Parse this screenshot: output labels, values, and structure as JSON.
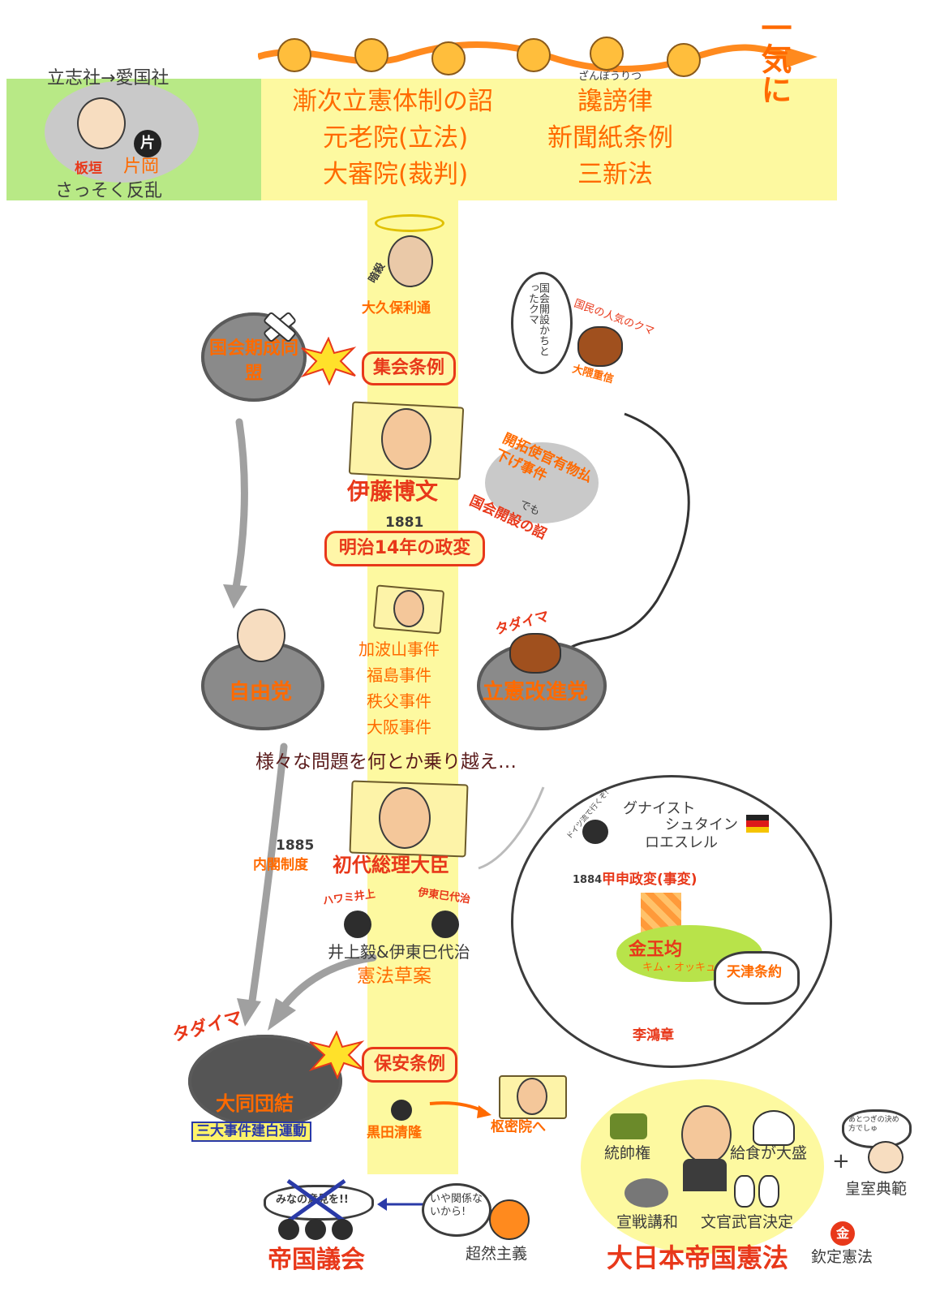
{
  "header": {
    "ikki": "一気に",
    "left_top": "立志社→愛国社",
    "itagaki": "板垣",
    "kataoka": "片岡",
    "kata_mark": "片",
    "rebellion": "さっそく反乱",
    "col1": [
      "漸次立憲体制の詔",
      "元老院(立法)",
      "大審院(裁判)"
    ],
    "col2_ruby": "ざんぼうりつ",
    "col2": [
      "讒謗律",
      "新聞紙条例",
      "三新法"
    ]
  },
  "okubo": {
    "name": "大久保利通",
    "side": "暗殺"
  },
  "kokkai_kisei": "国会期成同盟",
  "shukai_jorei": "集会条例",
  "okuma": {
    "name": "大隈重信",
    "tag": "国民の人気のクマ",
    "speech": "国会開設かちとったクマ"
  },
  "kaitakushi": "開拓使官有物払下げ事件",
  "demo": "でも",
  "kokkai_kaisetsu": "国会開設の詔",
  "ito_name": "伊藤博文",
  "year_1881": "1881",
  "meiji14": "明治14年の政変",
  "jiyuto": "自由党",
  "rikken": "立憲改進党",
  "tadaima": "タダイマ",
  "incidents": [
    "加波山事件",
    "福島事件",
    "秩父事件",
    "大阪事件"
  ],
  "overcome": "様々な問題を何とか乗り越え…",
  "year_1885": "1885",
  "naikaku": "内閣制度",
  "first_pm": "初代総理大臣",
  "german": {
    "names": [
      "グナイスト",
      "シュタイン",
      "ロエスレル"
    ],
    "note": "ドイツ流で行くぞ!"
  },
  "kapsin": {
    "year": "1884",
    "event": "甲申政変(事変)"
  },
  "kim": "金玉均",
  "kim_ruby": "キム・オッキュン",
  "tianjin": "天津条約",
  "li": "李鴻章",
  "inoue_tag": "ハワミ井上",
  "ito_tag": "伊東巳代治",
  "drafters": "井上毅&伊東巳代治",
  "draft": "憲法草案",
  "daido": "大同団結",
  "sandai": "三大事件建白運動",
  "hoan": "保安条例",
  "kuroda": "黒田清隆",
  "suumitsu": "枢密院へ",
  "chozen": "超然主義",
  "iya": "いや関係ないから!",
  "minna": "みなの意見を!!",
  "teikoku_gikai": "帝国議会",
  "constitution": {
    "title": "大日本帝国憲法",
    "tousui": "統帥権",
    "kyushoku": "給食が大盛",
    "sensen": "宣戦講和",
    "bunkan": "文官武官決定",
    "kotei": "欽定憲法",
    "kin_mark": "金",
    "plus": "+",
    "koshitsu": "皇室典範",
    "heir": "あとつぎの決め方でしゅ"
  },
  "colors": {
    "orange": "#ff6a00",
    "red": "#e8381a",
    "green": "#b8e986",
    "yellow": "#fdf9a0"
  }
}
